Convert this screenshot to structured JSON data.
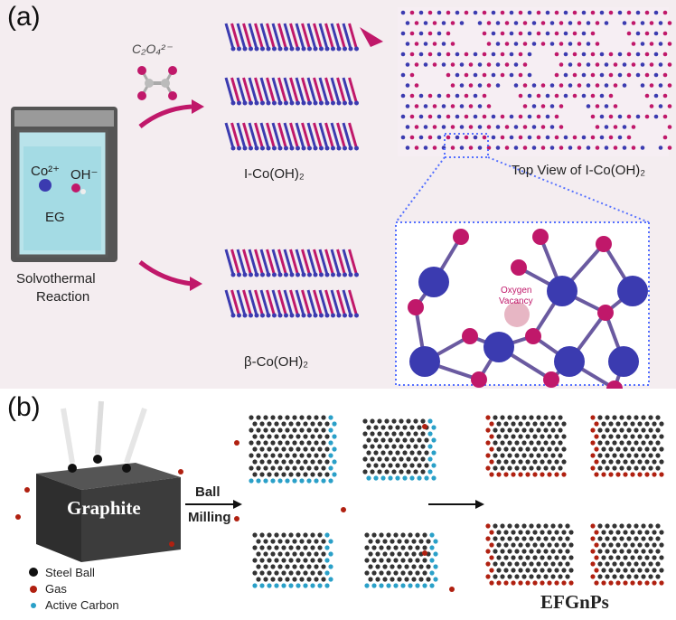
{
  "panel_a": {
    "label": "(a)",
    "reagent": "C₂O₄²⁻",
    "vessel": {
      "co": "Co²⁺",
      "oh": "OH⁻",
      "solvent": "EG",
      "caption_line1": "Solvothermal",
      "caption_line2": "Reaction"
    },
    "product_top": "I-Co(OH)₂",
    "product_bottom": "β-Co(OH)₂",
    "top_view": "Top View of I-Co(OH)₂",
    "vacancy_line1": "Oxygen",
    "vacancy_line2": "Vacancy",
    "colors": {
      "cobalt": "#3b3bb0",
      "oxygen": "#c0186a",
      "hydrogen": "#e8e8e8",
      "background": "#f3ebee"
    }
  },
  "panel_b": {
    "label": "(b)",
    "graphite": "Graphite",
    "arrow_top": "Ball",
    "arrow_bottom": "Milling",
    "legend": [
      {
        "label": "Steel Ball",
        "color": "#111111"
      },
      {
        "label": "Gas",
        "color": "#b02010"
      },
      {
        "label": "Active Carbon",
        "color": "#2aa0c8"
      }
    ],
    "product": "EFGnPs"
  }
}
